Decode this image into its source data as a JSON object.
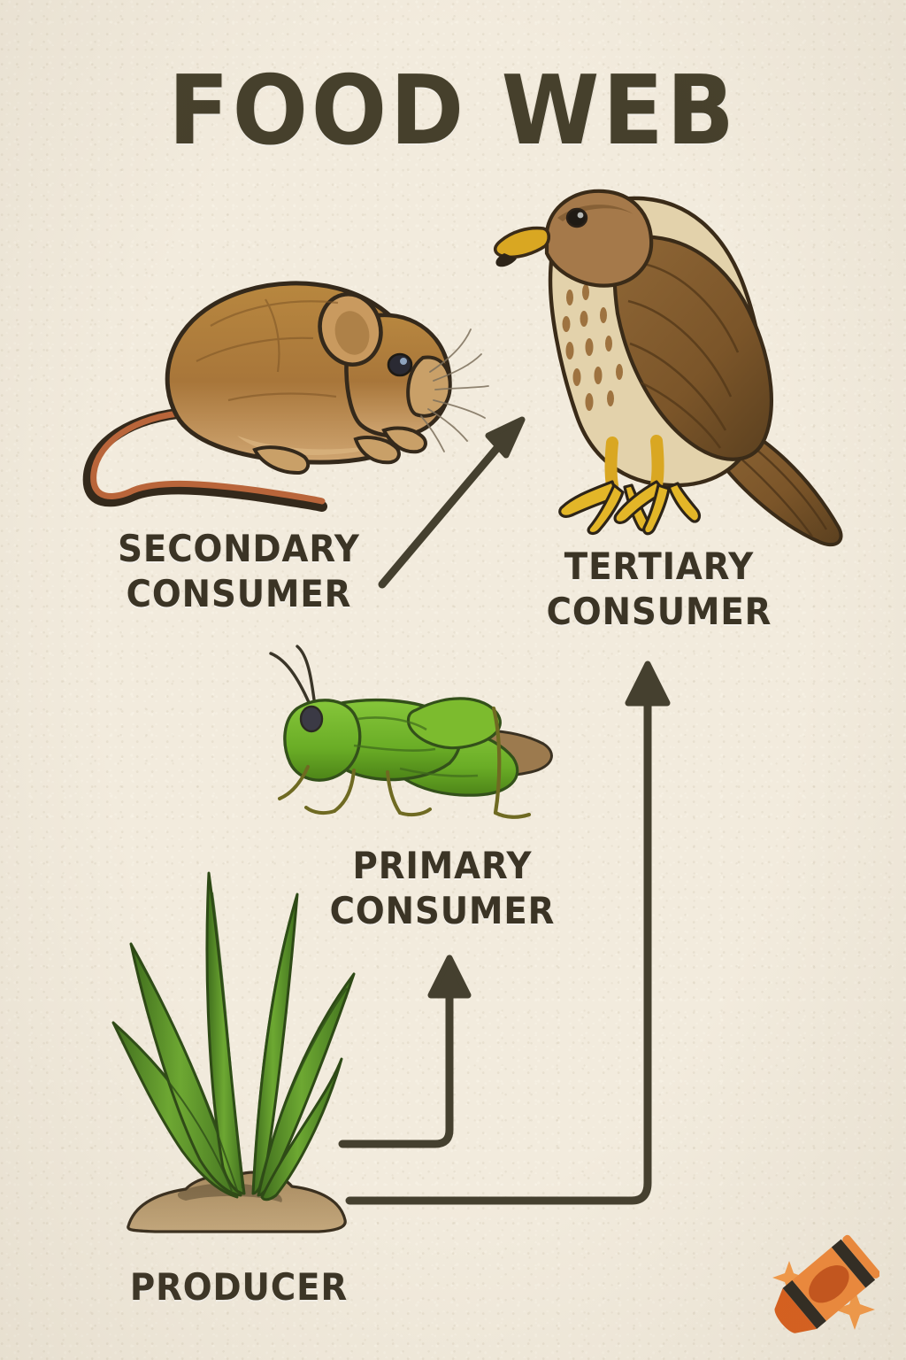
{
  "poster": {
    "title": "FOOD WEB",
    "background_color": "#f2ebdd",
    "ink_color": "#3b3425",
    "arrow_color": "#45402f"
  },
  "labels": {
    "producer": "PRODUCER",
    "primary_consumer": "PRIMARY\nCONSUMER",
    "secondary_consumer": "SECONDARY\nCONSUMER",
    "tertiary_consumer": "TERTIARY\nCONSUMER"
  },
  "organisms": [
    {
      "id": "grass",
      "name": "grass-plant-illustration",
      "role_label": "PRODUCER",
      "trophic_level": 1,
      "colors": {
        "leaf": "#5f9a30",
        "leaf_dark": "#3d6b1d",
        "soil": "#b89a70",
        "outline": "#2f2a1c"
      }
    },
    {
      "id": "grasshopper",
      "name": "grasshopper-illustration",
      "role_label": "PRIMARY CONSUMER",
      "trophic_level": 2,
      "colors": {
        "body": "#72b52f",
        "body_dark": "#4e8a1d",
        "wing": "#9c7a4e",
        "outline": "#33301c"
      }
    },
    {
      "id": "mouse",
      "name": "mouse-illustration",
      "role_label": "SECONDARY CONSUMER",
      "trophic_level": 3,
      "colors": {
        "fur": "#b2813f",
        "fur_light": "#d4ad78",
        "tail": "#b9653a",
        "outline": "#34291b"
      }
    },
    {
      "id": "hawk",
      "name": "hawk-illustration",
      "role_label": "TERTIARY CONSUMER",
      "trophic_level": 4,
      "colors": {
        "wing": "#8a6434",
        "wing_dark": "#6a4a24",
        "breast": "#e0cfa9",
        "beak": "#d9a järgmine"
      }
    }
  ],
  "arrows": [
    {
      "name": "arrow-grass-to-grasshopper",
      "from": "grass",
      "to": "grasshopper",
      "style": "elbow-up"
    },
    {
      "name": "arrow-grass-to-hawk",
      "from": "grass",
      "to": "hawk",
      "style": "elbow-up-long"
    },
    {
      "name": "arrow-mouse-to-hawk",
      "from": "mouse",
      "to": "hawk",
      "style": "diagonal"
    }
  ],
  "chart_data": {
    "type": "diagram",
    "title": "FOOD WEB",
    "nodes": [
      {
        "id": "grass",
        "label": "PRODUCER",
        "level": 1
      },
      {
        "id": "grasshopper",
        "label": "PRIMARY CONSUMER",
        "level": 2
      },
      {
        "id": "mouse",
        "label": "SECONDARY CONSUMER",
        "level": 3
      },
      {
        "id": "hawk",
        "label": "TERTIARY CONSUMER",
        "level": 4
      }
    ],
    "edges": [
      {
        "from": "grass",
        "to": "grasshopper"
      },
      {
        "from": "grass",
        "to": "hawk"
      },
      {
        "from": "mouse",
        "to": "hawk"
      }
    ]
  },
  "watermark": {
    "name": "crayon-logo",
    "color": "#f08a3c",
    "accent_color": "#d9601e",
    "sparkle_color": "#f59b4a"
  }
}
